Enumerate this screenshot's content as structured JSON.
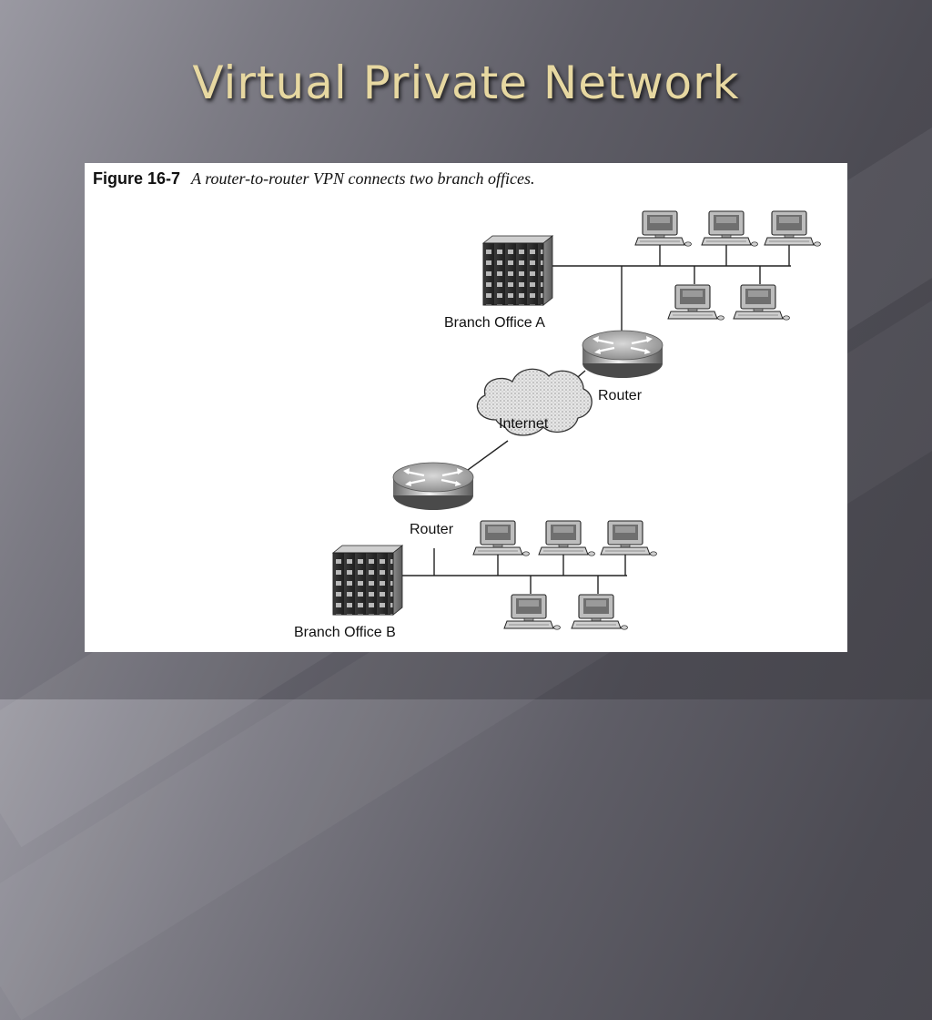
{
  "slide": {
    "title": "Virtual Private Network"
  },
  "figure": {
    "number": "Figure 16-7",
    "caption": "A router-to-router VPN connects two branch offices."
  },
  "diagram": {
    "branch_a_label": "Branch Office A",
    "branch_b_label": "Branch Office B",
    "router_a_label": "Router",
    "router_b_label": "Router",
    "cloud_label": "Internet",
    "branch_a_computers": 5,
    "branch_b_computers": 5
  },
  "colors": {
    "title": "#e7d8a1",
    "background_dark": "#46454c",
    "background_light": "#9a99a2",
    "panel": "#ffffff",
    "line": "#222222"
  }
}
